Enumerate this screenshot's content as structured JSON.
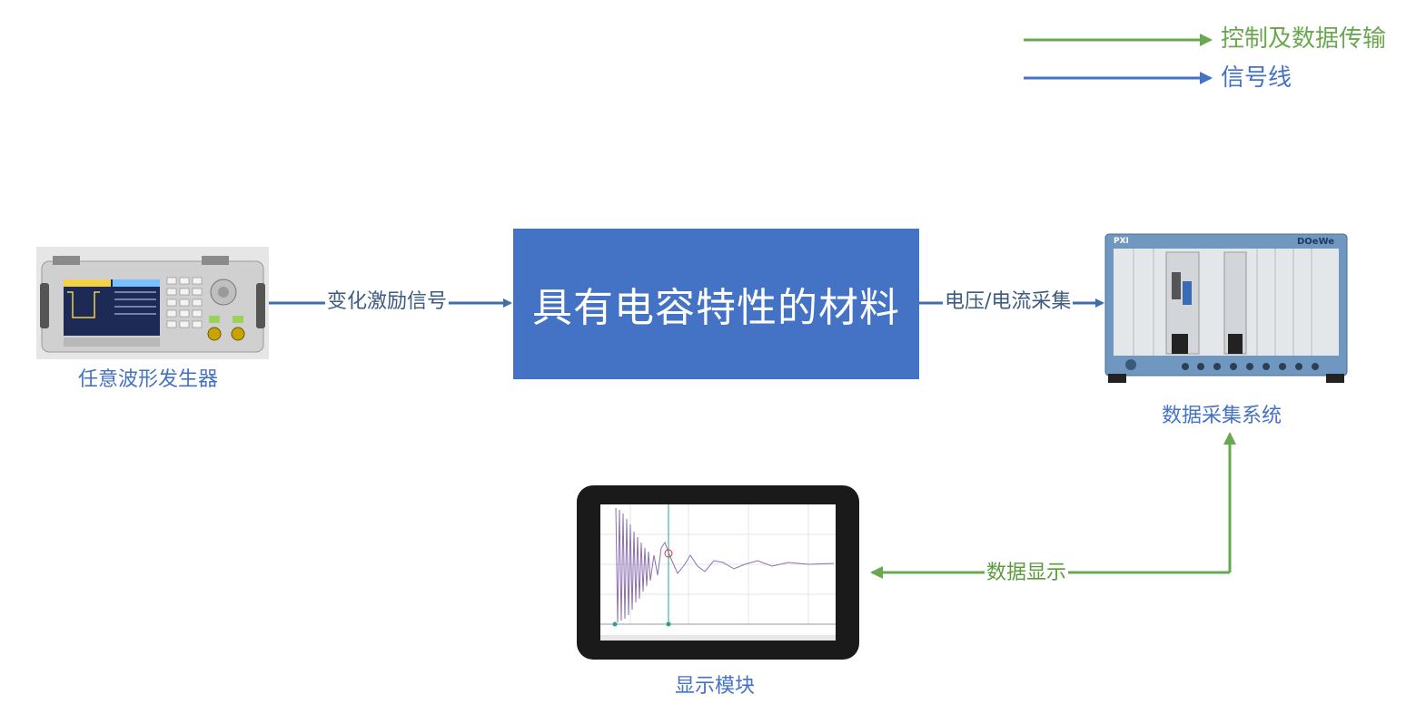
{
  "legend": {
    "control_label": "控制及数据传输",
    "signal_label": "信号线",
    "control_color": "#6aa84f",
    "signal_color": "#4472c4"
  },
  "nodes": {
    "generator": {
      "caption": "任意波形发生器",
      "icon": "signal-generator-icon"
    },
    "material": {
      "label": "具有电容特性的材料"
    },
    "daq": {
      "caption": "数据采集系统",
      "icon": "pxi-chassis-icon",
      "brand_left": "PXI",
      "brand_right": "DOeWe"
    },
    "display": {
      "caption": "显示模块",
      "icon": "tablet-icon"
    }
  },
  "edges": {
    "excitation": "变化激励信号",
    "acquisition": "电压/电流采集",
    "data_display": "数据显示"
  }
}
